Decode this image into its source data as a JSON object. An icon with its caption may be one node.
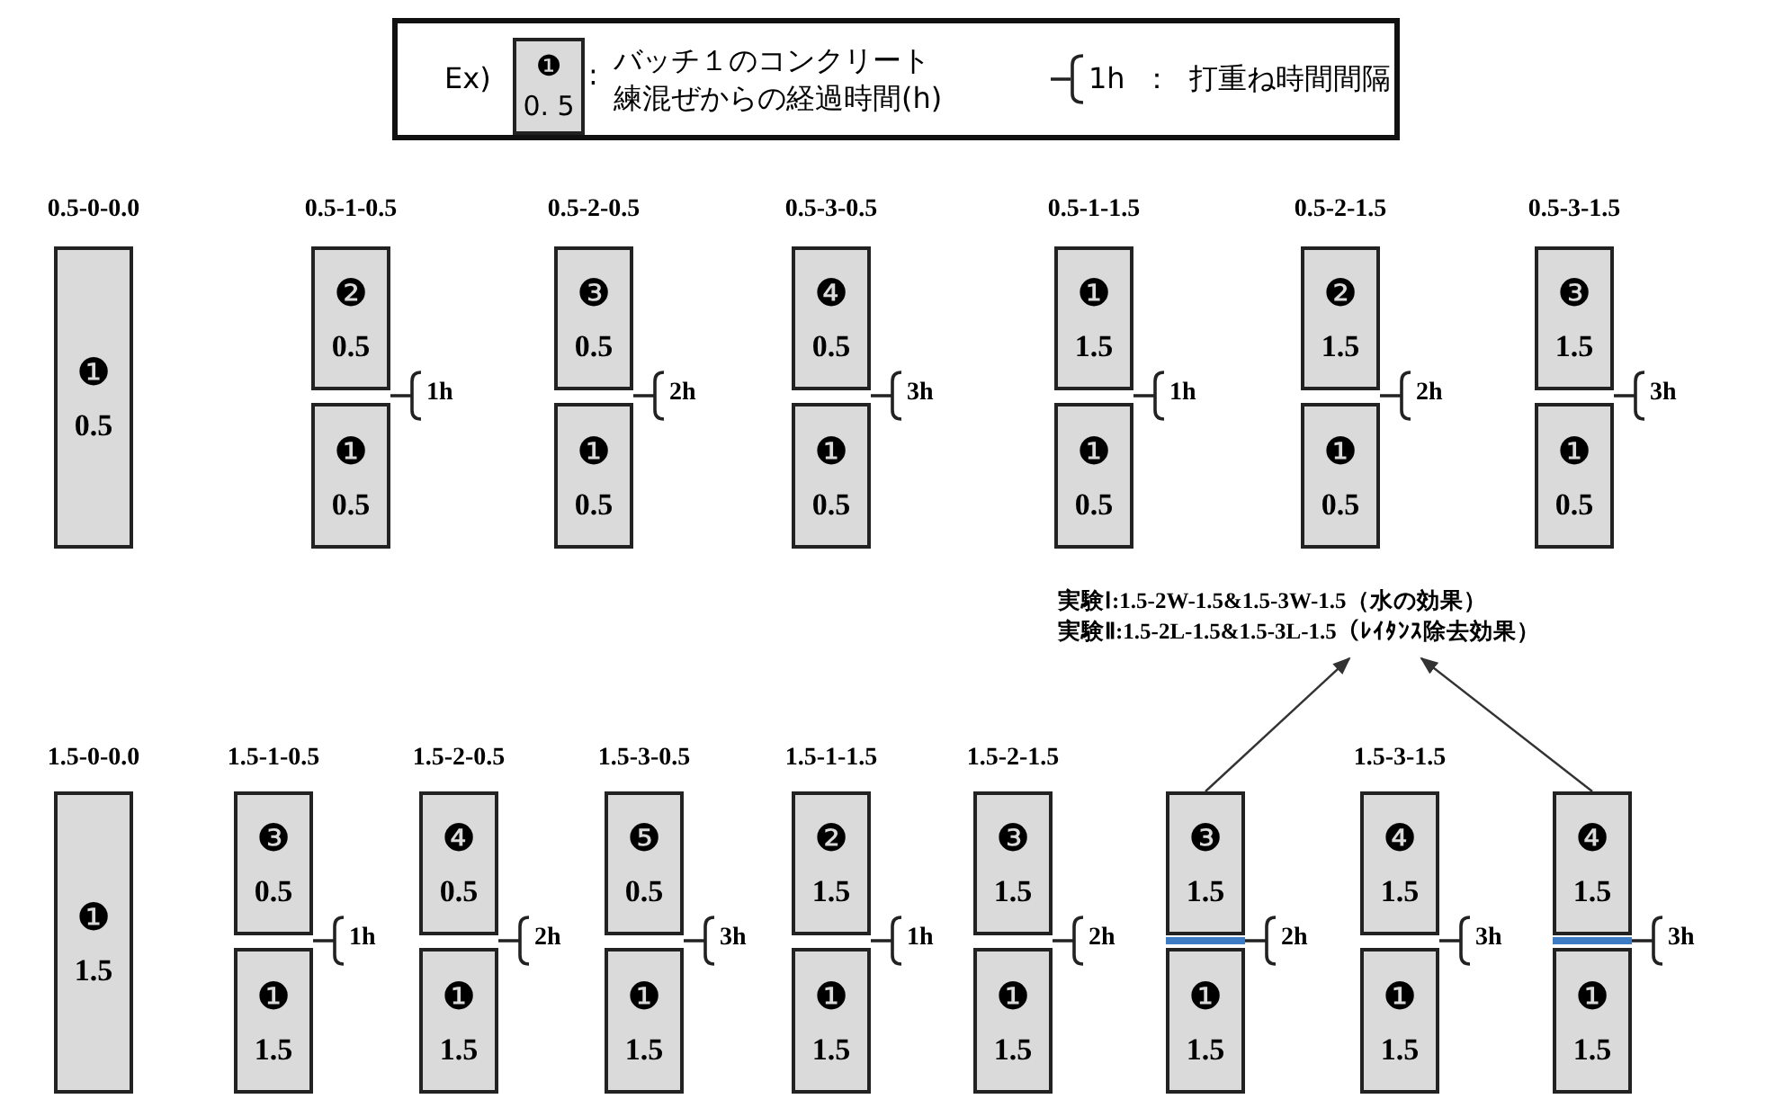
{
  "diagram": {
    "nodes": [
      {
        "text": [
          "Ex)",
          ":",
          "バッチ１のコンクリート練混ぜからの経過時間(h)",
          "1h",
          "：",
          "打重ね時間間隔"
        ]
      },
      {
        "text": [
          "❶",
          "0. 5"
        ],
        "in": 0
      },
      {
        "text": [
          "❶",
          "0.5"
        ]
      },
      {
        "text": [
          "❷",
          "0.5"
        ]
      },
      {
        "text": [
          "❶",
          "0.5"
        ]
      },
      {
        "text": [
          "❸",
          "0.5"
        ]
      },
      {
        "text": [
          "❶",
          "0.5"
        ]
      },
      {
        "text": [
          "❹",
          "0.5"
        ]
      },
      {
        "text": [
          "❶",
          "0.5"
        ]
      },
      {
        "text": [
          "❶",
          "1.5"
        ]
      },
      {
        "text": [
          "❶",
          "0.5"
        ]
      },
      {
        "text": [
          "❷",
          "1.5"
        ]
      },
      {
        "text": [
          "❶",
          "0.5"
        ]
      },
      {
        "text": [
          "❸",
          "1.5"
        ]
      },
      {
        "text": [
          "❶",
          "0.5"
        ]
      },
      {
        "text": [
          "実験Ⅰ:1.5-2W-1.5&1.5-3W-1.5（水の効果）",
          "実験Ⅱ:1.5-2L-1.5&1.5-3L-1.5（ﾚｲﾀﾝｽ除去効果）"
        ]
      },
      {
        "text": [
          "❶",
          "1.5"
        ]
      },
      {
        "text": [
          "❸",
          "0.5"
        ]
      },
      {
        "text": [
          "❶",
          "1.5"
        ]
      },
      {
        "text": [
          "❹",
          "0.5"
        ]
      },
      {
        "text": [
          "❶",
          "1.5"
        ]
      },
      {
        "text": [
          "❺",
          "0.5"
        ]
      },
      {
        "text": [
          "❶",
          "1.5"
        ]
      },
      {
        "text": [
          "❷",
          "1.5"
        ]
      },
      {
        "text": [
          "❶",
          "1.5"
        ]
      },
      {
        "text": [
          "❸",
          "1.5"
        ]
      },
      {
        "text": [
          "❶",
          "1.5"
        ]
      },
      {
        "text": [
          "❸",
          "1.5"
        ]
      },
      {
        "text": [
          "❶",
          "1.5"
        ]
      },
      {
        "text": [
          "❹",
          "1.5"
        ]
      },
      {
        "text": [
          "❶",
          "1.5"
        ]
      },
      {
        "text": [
          "❹",
          "1.5"
        ]
      },
      {
        "text": [
          "❶",
          "1.5"
        ]
      }
    ],
    "edges": [
      {
        "from": 27,
        "to": 15,
        "arrow": "to"
      },
      {
        "from": 31,
        "to": 15,
        "arrow": "to"
      }
    ],
    "labels": [
      "0.5-0-0.0",
      "0.5-1-0.5",
      "0.5-2-0.5",
      "0.5-3-0.5",
      "0.5-1-1.5",
      "0.5-2-1.5",
      "0.5-3-1.5",
      "1h",
      "2h",
      "3h",
      "1h",
      "2h",
      "3h",
      "1.5-0-0.0",
      "1.5-1-0.5",
      "1.5-2-0.5",
      "1.5-3-0.5",
      "1.5-1-1.5",
      "1.5-2-1.5",
      "1.5-3-1.5",
      "1h",
      "2h",
      "3h",
      "1h",
      "2h",
      "2h",
      "3h",
      "3h"
    ]
  }
}
